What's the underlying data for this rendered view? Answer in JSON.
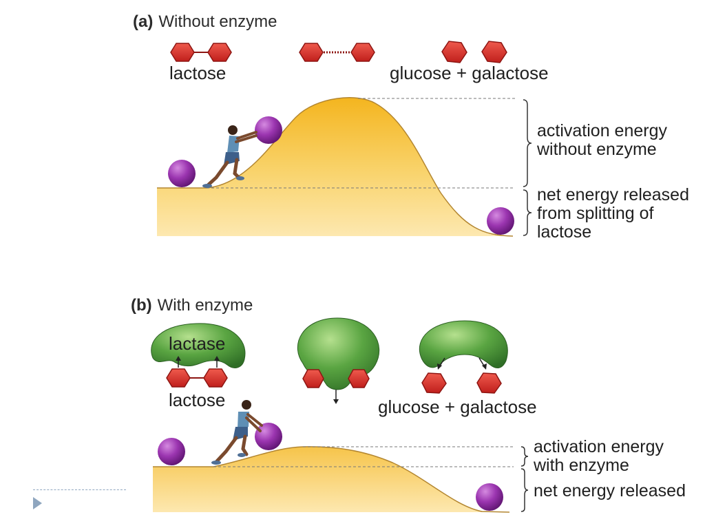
{
  "panel_a": {
    "letter": "(a)",
    "title": "Without enzyme",
    "lactose_label": "lactose",
    "products_label": "glucose + galactose",
    "activation_label": "activation energy without enzyme",
    "net_label": "net energy released from splitting of lactose"
  },
  "panel_b": {
    "letter": "(b)",
    "title": "With enzyme",
    "enzyme_label": "lactase",
    "lactose_label": "lactose",
    "products_label": "glucose + galactose",
    "activation_label": "activation energy with enzyme",
    "net_label": "net energy released"
  },
  "colors": {
    "hexagon": "#d9322a",
    "ball": "#8e2fa3",
    "hill_top": "#f4b51f",
    "hill_base": "#fde8b0",
    "enzyme": "#4e9a3c",
    "slide_accent": "#8fa6bf"
  }
}
